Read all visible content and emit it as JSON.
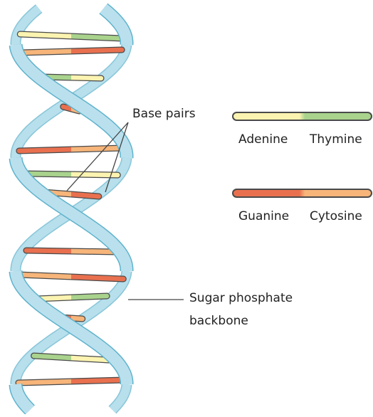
{
  "labels": {
    "base_pairs": "Base pairs",
    "backbone_line1": "Sugar phosphate",
    "backbone_line2": "backbone"
  },
  "legend": [
    {
      "left": "Adenine",
      "right": "Thymine",
      "left_color": "#fbf3b0",
      "right_color": "#a9d38d"
    },
    {
      "left": "Guanine",
      "right": "Cytosine",
      "left_color": "#e9704f",
      "right_color": "#f7b57a"
    }
  ],
  "colors": {
    "backbone_fill": "#bfe3ef",
    "backbone_edge": "#5fb3cc",
    "bar_outline": "#4a4a4a",
    "leader_line": "#444444"
  }
}
